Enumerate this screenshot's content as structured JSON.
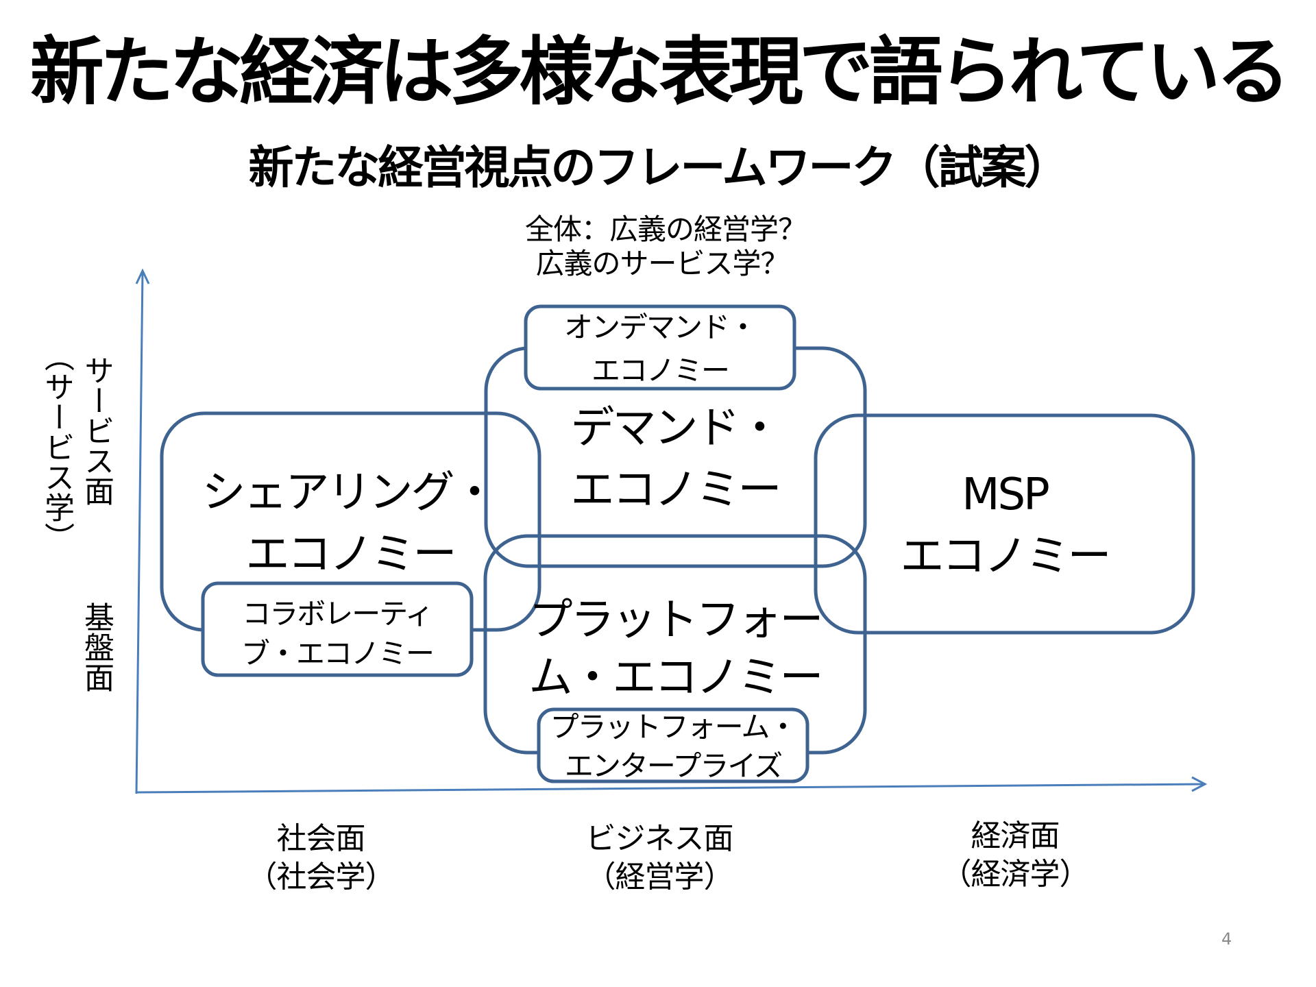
{
  "slide": {
    "title": "新たな経済は多様な表現で語られている",
    "subtitle": "新たな経営視点のフレームワーク（試案）",
    "note_lines": [
      "全体：広義の経営学？",
      "広義のサービス学？"
    ],
    "page_number": "4"
  },
  "colors": {
    "box_stroke": "#3f6391",
    "axis": "#4a7ebb",
    "page_number": "#8a8a8a"
  },
  "y_axis": {
    "upper_label": "サービス面",
    "upper_sublabel": "（サービス学）",
    "lower_label": "基盤面"
  },
  "x_axis": {
    "labels": [
      {
        "label": "社会面",
        "sublabel": "（社会学）"
      },
      {
        "label": "ビジネス面",
        "sublabel": "（経営学）"
      },
      {
        "label": "経済面",
        "sublabel": "（経済学）"
      }
    ]
  },
  "boxes": {
    "sharing": {
      "lines": [
        "シェアリング・",
        "エコノミー"
      ]
    },
    "collaborative": {
      "lines": [
        "コラボレーティ",
        "ブ・エコノミー"
      ]
    },
    "on_demand": {
      "lines": [
        "オンデマンド・",
        "エコノミー"
      ]
    },
    "demand": {
      "lines": [
        "デマンド・",
        "エコノミー"
      ]
    },
    "platform": {
      "lines": [
        "プラットフォー",
        "ム・エコノミー"
      ]
    },
    "platform_enterprise": {
      "lines": [
        "プラットフォーム・",
        "エンタープライズ"
      ]
    },
    "msp": {
      "lines": [
        "MSP",
        "エコノミー"
      ]
    }
  }
}
